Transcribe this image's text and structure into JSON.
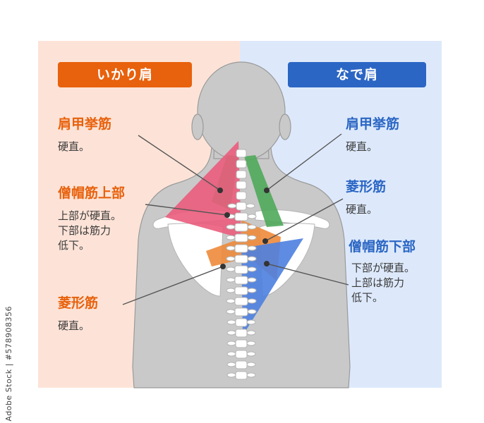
{
  "colors": {
    "left_panel_bg": "#fde3d7",
    "right_panel_bg": "#dde9fb",
    "left_accent": "#e8610c",
    "right_accent": "#2b66c4",
    "body_gray": "#c9c9c9",
    "body_outline": "#9a9a9a",
    "bone": "#ffffff",
    "bone_outline": "#b5b5b5",
    "levator_scapulae": "#4fa95a",
    "trapezius_upper": "#ea5c7c",
    "rhomboid": "#ee8a3a",
    "trapezius_lower": "#4d7fe0",
    "leader_line": "#555555"
  },
  "left": {
    "title": "いかり肩",
    "levator": {
      "name": "肩甲挙筋",
      "desc": "硬直。"
    },
    "trapezius_upper": {
      "name": "僧帽筋上部",
      "desc": [
        "上部が硬直。",
        "下部は筋力",
        "低下。"
      ]
    },
    "rhomboid": {
      "name": "菱形筋",
      "desc": "硬直。"
    }
  },
  "right": {
    "title": "なで肩",
    "levator": {
      "name": "肩甲挙筋",
      "desc": "硬直。"
    },
    "rhomboid": {
      "name": "菱形筋",
      "desc": "硬直。"
    },
    "trapezius_lower": {
      "name": "僧帽筋下部",
      "desc": [
        "下部が硬直。",
        "上部は筋力",
        "低下。"
      ]
    }
  },
  "stock_id": "Adobe Stock | #578908356"
}
